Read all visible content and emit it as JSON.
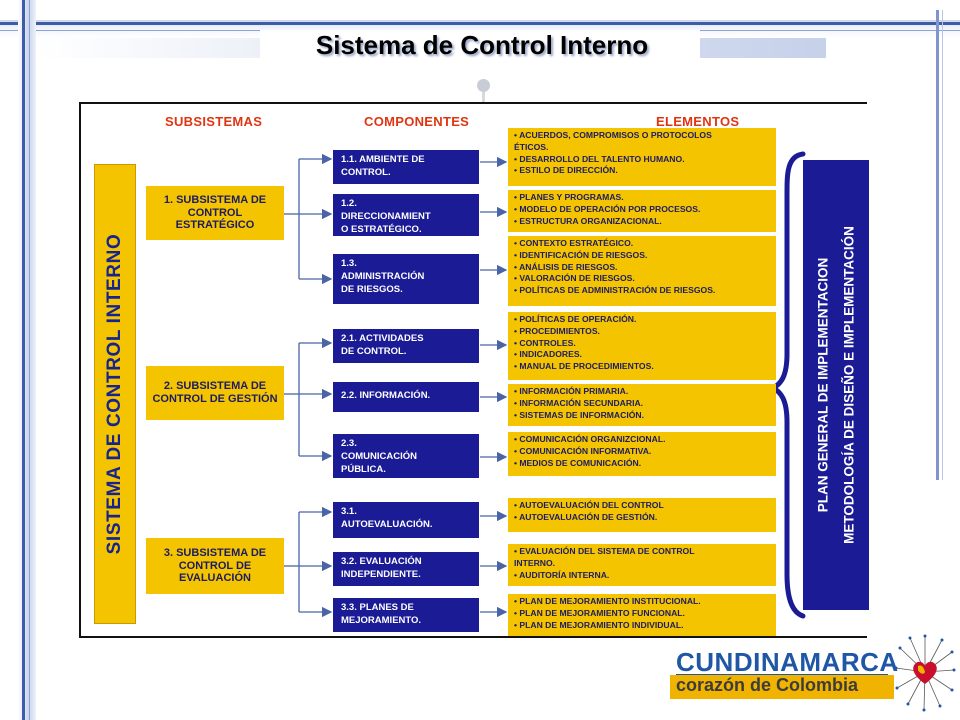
{
  "slide": {
    "title": "Sistema de Control Interno"
  },
  "diagram": {
    "headers": {
      "subsystems": "SUBSISTEMAS",
      "components": "COMPONENTES",
      "elements": "ELEMENTOS"
    },
    "left_label": "SISTEMA DE CONTROL INTERNO",
    "right_label_1": "PLAN GENERAL DE IMPLEMENTACION",
    "right_label_2": "METODOLOGÍA DE DISEÑO E IMPLEMENTACIÓN",
    "subsystems": [
      {
        "label": "1. SUBSISTEMA DE CONTROL ESTRATÉGICO"
      },
      {
        "label": "2. SUBSISTEMA DE CONTROL DE GESTIÓN"
      },
      {
        "label": "3. SUBSISTEMA DE CONTROL DE EVALUACIÓN"
      }
    ],
    "components": [
      {
        "label": "1.1.     AMBIENTE   DE\nCONTROL."
      },
      {
        "label": "1.2.\nDIRECCIONAMIENT\nO ESTRATÉGICO."
      },
      {
        "label": "1.3.\nADMINISTRACIÓN\nDE RIESGOS."
      },
      {
        "label": "2.1.     ACTIVIDADES\nDE CONTROL."
      },
      {
        "label": "2.2. INFORMACIÓN."
      },
      {
        "label": "2.3.\nCOMUNICACIÓN\nPÚBLICA."
      },
      {
        "label": "3.1.\nAUTOEVALUACIÓN."
      },
      {
        "label": "  3.2.    EVALUACIÓN\n  INDEPENDIENTE."
      },
      {
        "label": "3.3.     PLANES     DE\nMEJORAMIENTO."
      }
    ],
    "elements": [
      {
        "lines": [
          "• ACUERDOS,  COMPROMISOS  O  PROTOCOLOS",
          "  ÉTICOS.",
          "• DESARROLLO DEL TALENTO HUMANO.",
          "• ESTILO DE DIRECCIÓN."
        ]
      },
      {
        "lines": [
          "• PLANES Y PROGRAMAS.",
          "• MODELO DE OPERACIÓN POR PROCESOS.",
          "• ESTRUCTURA ORGANIZACIONAL."
        ]
      },
      {
        "lines": [
          "• CONTEXTO ESTRATÉGICO.",
          "• IDENTIFICACIÓN DE RIESGOS.",
          "• ANÁLISIS DE RIESGOS.",
          "• VALORACIÓN DE RIESGOS.",
          "• POLÍTICAS DE ADMINISTRACIÓN DE RIESGOS."
        ]
      },
      {
        "lines": [
          "• POLÍTICAS DE OPERACIÓN.",
          "• PROCEDIMIENTOS.",
          "• CONTROLES.",
          "• INDICADORES.",
          "• MANUAL DE PROCEDIMIENTOS."
        ]
      },
      {
        "lines": [
          "• INFORMACIÓN PRIMARIA.",
          "• INFORMACIÓN SECUNDARIA.",
          "• SISTEMAS DE INFORMACIÓN."
        ]
      },
      {
        "lines": [
          "• COMUNICACIÓN ORGANIZCIONAL.",
          "• COMUNICACIÓN INFORMATIVA.",
          "• MEDIOS DE COMUNICACIÓN."
        ]
      },
      {
        "lines": [
          "• AUTOEVALUACIÓN DEL CONTROL",
          "• AUTOEVALUACIÓN DE GESTIÓN."
        ]
      },
      {
        "lines": [
          "• EVALUACIÓN DEL SISTEMA DE CONTROL",
          "  INTERNO.",
          "• AUDITORÍA INTERNA."
        ]
      },
      {
        "lines": [
          "• PLAN DE MEJORAMIENTO INSTITUCIONAL.",
          "• PLAN DE MEJORAMIENTO FUNCIONAL.",
          "• PLAN DE MEJORAMIENTO INDIVIDUAL."
        ]
      }
    ]
  },
  "logo": {
    "name": "CUNDINAMARCA",
    "tagline": "corazón de Colombia"
  },
  "colors": {
    "yellow": "#f5c400",
    "navy": "#1a1b95",
    "header_red": "#e03512",
    "brand_blue": "#1f57a6"
  }
}
